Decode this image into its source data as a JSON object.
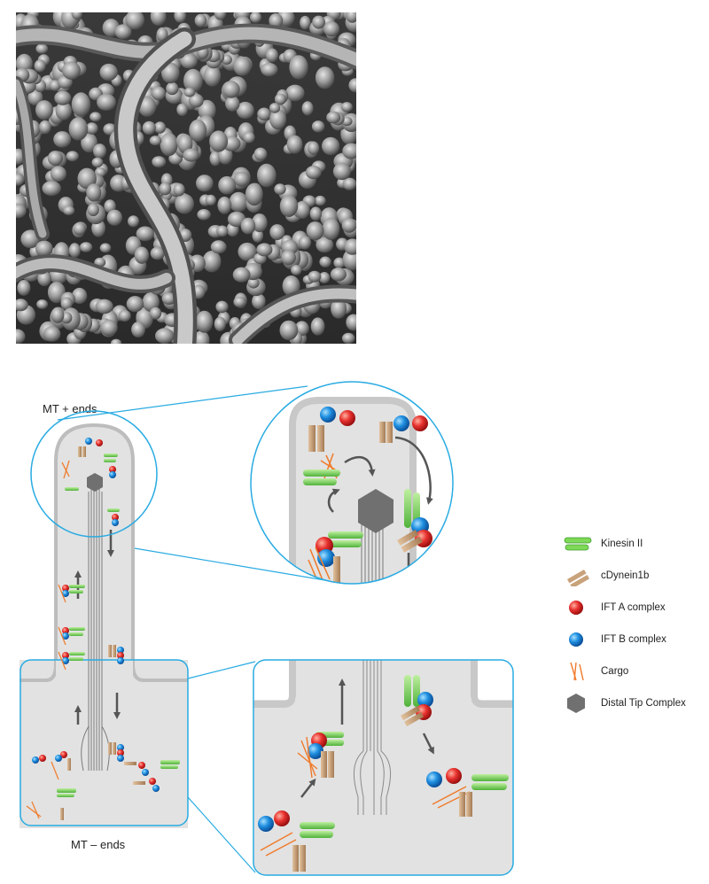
{
  "labels": {
    "mt_plus_ends": "MT + ends",
    "mt_minus_ends": "MT – ends"
  },
  "legend": [
    {
      "label": "Kinesin II",
      "icon": "kinesin-icon"
    },
    {
      "label": "cDynein1b",
      "icon": "dynein-icon"
    },
    {
      "label": "IFT A complex",
      "icon": "ift-a-icon"
    },
    {
      "label": "IFT B complex",
      "icon": "ift-b-icon"
    },
    {
      "label": "Cargo",
      "icon": "cargo-icon"
    },
    {
      "label": "Distal Tip Complex",
      "icon": "distal-tip-icon"
    }
  ],
  "colors": {
    "kinesin": "#7ed957",
    "dynein": "#c8a27a",
    "ift_a": "#e8322f",
    "ift_b": "#1f8fe0",
    "cargo": "#f07a2a",
    "distal_tip": "#707070",
    "callout": "#29abe2",
    "membrane_fill": "#e2e2e2",
    "membrane_edge": "#bdbdbd"
  }
}
